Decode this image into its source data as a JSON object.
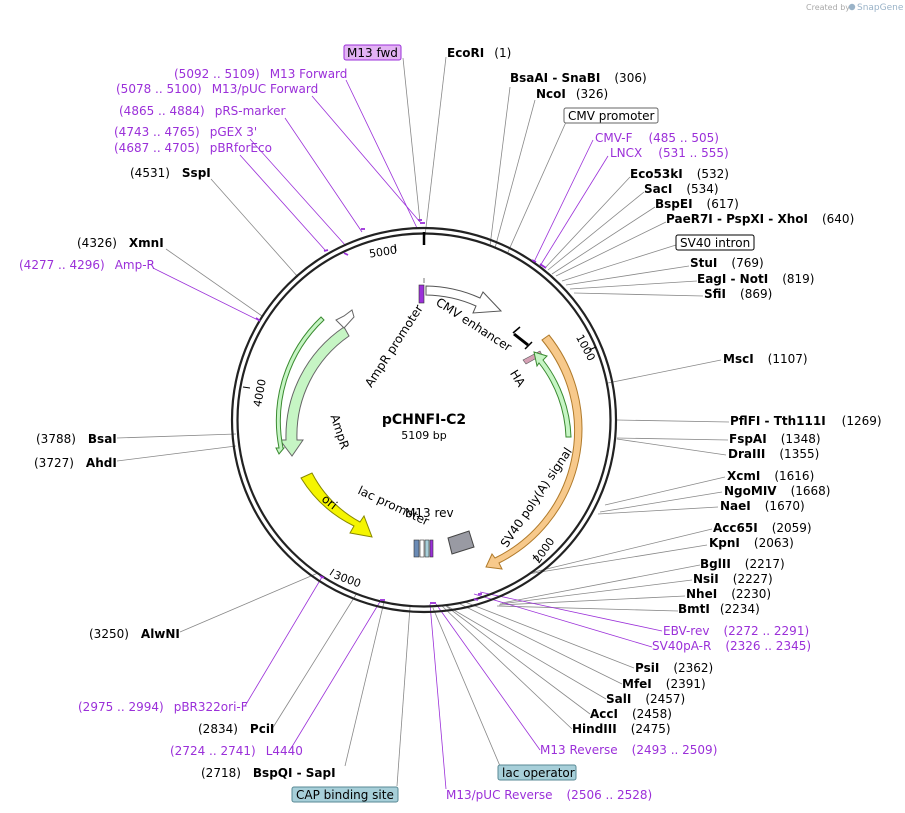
{
  "plasmid": {
    "name": "pCHNFI-C2",
    "size": "5109 bp",
    "length": 5109
  },
  "credit": {
    "prefix": "Created by",
    "brand": "SnapGene"
  },
  "ticks": [
    "1000",
    "2000",
    "3000",
    "4000",
    "5000"
  ],
  "colors": {
    "primer": "#9b30d9",
    "m13fwd_fill": "#e3b3f4",
    "operator_fill": "#a7cfd9",
    "cap_fill": "#a7cfd9",
    "ampr_fill": "#c6f5c4",
    "ori_fill": "#f5f500",
    "sv40_intron_fill": "#f7c98b",
    "polya_fill": "#999aa3"
  },
  "features": [
    {
      "name": "CMV enhancer"
    },
    {
      "name": "HA"
    },
    {
      "name": "SV40 poly(A) signal"
    },
    {
      "name": "M13 rev"
    },
    {
      "name": "lac promoter"
    },
    {
      "name": "ori"
    },
    {
      "name": "AmpR"
    },
    {
      "name": "AmpR promoter"
    }
  ],
  "enzymes": [
    {
      "name": "EcoRI",
      "pos": "(1)"
    },
    {
      "name": "BsaAI  - SnaBI",
      "pos": "(306)"
    },
    {
      "name": "NcoI",
      "pos": "(326)"
    },
    {
      "name": "Eco53kI",
      "pos": "(532)"
    },
    {
      "name": "SacI",
      "pos": "(534)"
    },
    {
      "name": "BspEI",
      "pos": "(617)"
    },
    {
      "name": "PaeR7I  - PspXI  - XhoI",
      "pos": "(640)"
    },
    {
      "name": "StuI",
      "pos": "(769)"
    },
    {
      "name": "EagI  - NotI",
      "pos": "(819)"
    },
    {
      "name": "SfiI",
      "pos": "(869)"
    },
    {
      "name": "MscI",
      "pos": "(1107)"
    },
    {
      "name": "PflFI  - Tth111I",
      "pos": "(1269)"
    },
    {
      "name": "FspAI",
      "pos": "(1348)"
    },
    {
      "name": "DraIII",
      "pos": "(1355)"
    },
    {
      "name": "XcmI",
      "pos": "(1616)"
    },
    {
      "name": "NgoMIV",
      "pos": "(1668)"
    },
    {
      "name": "NaeI",
      "pos": "(1670)"
    },
    {
      "name": "Acc65I",
      "pos": "(2059)"
    },
    {
      "name": "KpnI",
      "pos": "(2063)"
    },
    {
      "name": "BglII",
      "pos": "(2217)"
    },
    {
      "name": "NsiI",
      "pos": "(2227)"
    },
    {
      "name": "NheI",
      "pos": "(2230)"
    },
    {
      "name": "BmtI",
      "pos": "(2234)"
    },
    {
      "name": "PsiI",
      "pos": "(2362)"
    },
    {
      "name": "MfeI",
      "pos": "(2391)"
    },
    {
      "name": "SalI",
      "pos": "(2457)"
    },
    {
      "name": "AccI",
      "pos": "(2458)"
    },
    {
      "name": "HindIII",
      "pos": "(2475)"
    },
    {
      "name": "SspI",
      "pos": "(4531)"
    },
    {
      "name": "XmnI",
      "pos": "(4326)"
    },
    {
      "name": "BsaI",
      "pos": "(3788)"
    },
    {
      "name": "AhdI",
      "pos": "(3727)"
    },
    {
      "name": "AlwNI",
      "pos": "(3250)"
    },
    {
      "name": "PciI",
      "pos": "(2834)"
    },
    {
      "name": "BspQI  - SapI",
      "pos": "(2718)"
    }
  ],
  "primers": [
    {
      "name": "M13 Forward",
      "range": "(5092 .. 5109)"
    },
    {
      "name": "M13/pUC Forward",
      "range": "(5078 .. 5100)"
    },
    {
      "name": "pRS-marker",
      "range": "(4865 .. 4884)"
    },
    {
      "name": "pGEX 3'",
      "range": "(4743 .. 4765)"
    },
    {
      "name": "pBRforEco",
      "range": "(4687 .. 4705)"
    },
    {
      "name": "Amp-R",
      "range": "(4277 .. 4296)"
    },
    {
      "name": "CMV-F",
      "range": "(485 .. 505)"
    },
    {
      "name": "LNCX",
      "range": "(531 .. 555)"
    },
    {
      "name": "EBV-rev",
      "range": "(2272 .. 2291)"
    },
    {
      "name": "SV40pA-R",
      "range": "(2326 .. 2345)"
    },
    {
      "name": "M13 Reverse",
      "range": "(2493 .. 2509)"
    },
    {
      "name": "M13/pUC Reverse",
      "range": "(2506 .. 2528)"
    },
    {
      "name": "pBR322ori-F",
      "range": "(2975 .. 2994)"
    },
    {
      "name": "L4440",
      "range": "(2724 .. 2741)"
    }
  ],
  "boxed": [
    {
      "name": "M13 fwd"
    },
    {
      "name": "CMV promoter"
    },
    {
      "name": "SV40 intron"
    },
    {
      "name": "lac operator"
    },
    {
      "name": "CAP binding site"
    }
  ]
}
